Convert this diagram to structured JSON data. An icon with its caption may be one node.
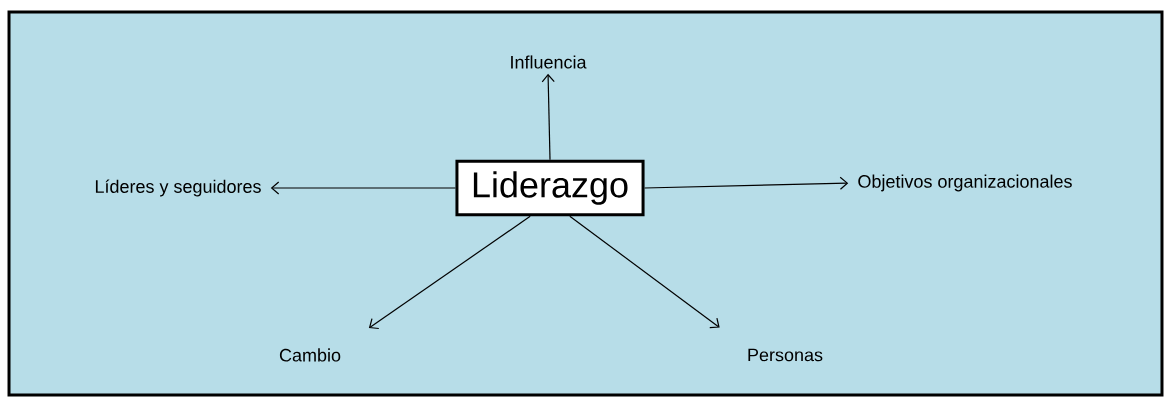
{
  "diagram": {
    "nodes": [
      {
        "text": [
          "Liderazgo"
        ]
      },
      {
        "text": [
          "Influencia"
        ]
      },
      {
        "text": [
          "Líderes y seguidores"
        ]
      },
      {
        "text": [
          "Objetivos organizacionales"
        ]
      },
      {
        "text": [
          "Cambio"
        ]
      },
      {
        "text": [
          "Personas"
        ]
      }
    ],
    "edges": [
      {
        "from": 0,
        "to": 1,
        "arrow": "to"
      },
      {
        "from": 0,
        "to": 2,
        "arrow": "to"
      },
      {
        "from": 0,
        "to": 3,
        "arrow": "to"
      },
      {
        "from": 0,
        "to": 4,
        "arrow": "to"
      },
      {
        "from": 0,
        "to": 5,
        "arrow": "to"
      }
    ]
  }
}
